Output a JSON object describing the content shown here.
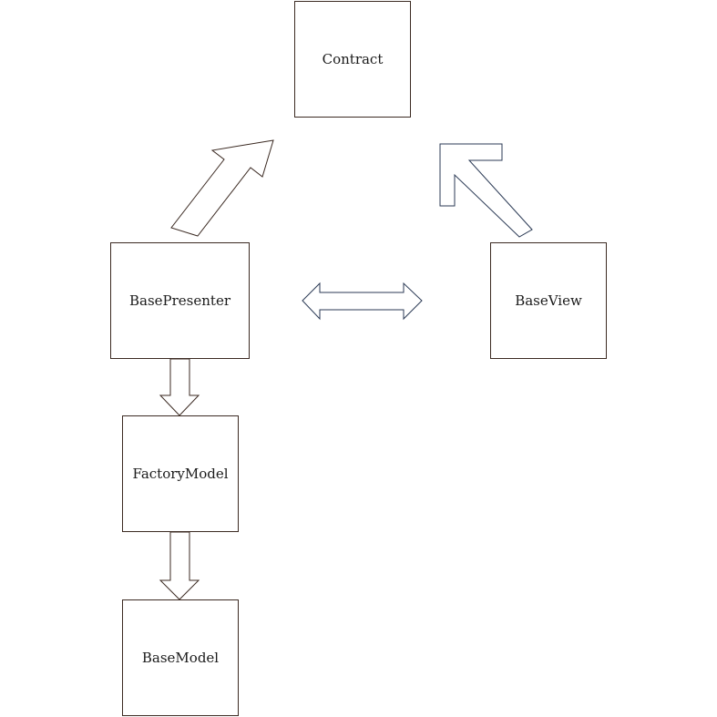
{
  "diagram": {
    "nodes": {
      "contract": "Contract",
      "presenter": "BasePresenter",
      "view": "BaseView",
      "factory": "FactoryModel",
      "model": "BaseModel"
    },
    "edges": [
      {
        "from": "presenter",
        "to": "contract",
        "style": "block-arrow"
      },
      {
        "from": "view",
        "to": "contract",
        "style": "block-arrow"
      },
      {
        "from": "presenter",
        "to": "view",
        "style": "double-block-arrow"
      },
      {
        "from": "presenter",
        "to": "factory",
        "style": "block-arrow"
      },
      {
        "from": "factory",
        "to": "model",
        "style": "block-arrow"
      }
    ],
    "colors": {
      "border": "#3b2a22",
      "background": "#ffffff",
      "text": "#1a1a1a"
    }
  }
}
